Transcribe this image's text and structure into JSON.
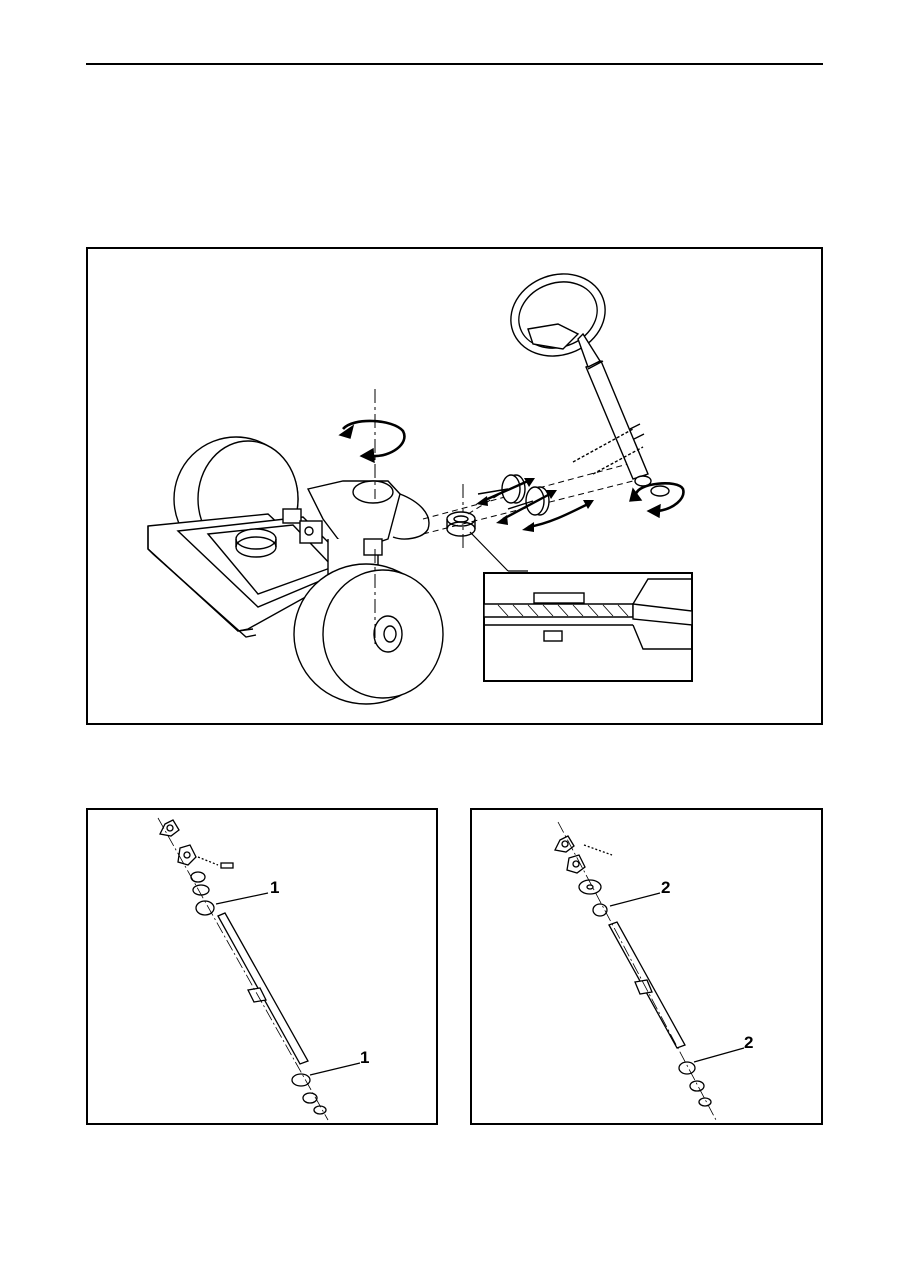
{
  "figures": {
    "main": {
      "description_visible": false
    },
    "left": {
      "callouts": [
        "1",
        "1"
      ]
    },
    "right": {
      "callouts": [
        "2",
        "2"
      ]
    }
  }
}
